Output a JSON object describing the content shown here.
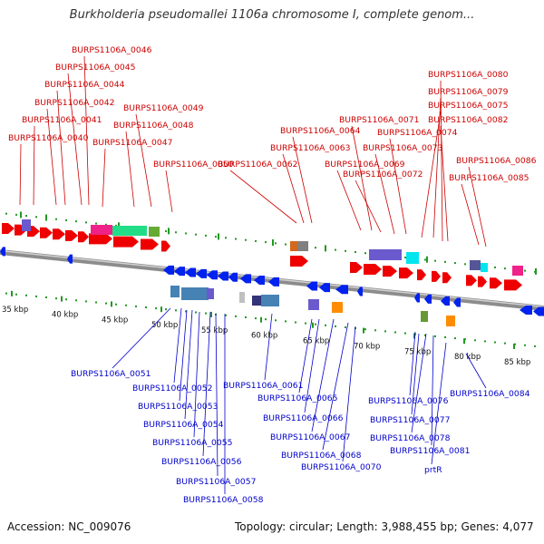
{
  "header": {
    "title": "Burkholderia pseudomallei 1106a chromosome I, complete genom..."
  },
  "footer": {
    "accession": "Accession: NC_009076",
    "summary": "Topology: circular; Length: 3,988,455 bp; Genes: 4,077"
  },
  "colors": {
    "forward_label": "#cc0000",
    "reverse_label": "#0000cc",
    "forward_arrow": "#ee0000",
    "reverse_arrow": "#0022ee",
    "tick": "#229922",
    "backbone": "#999999"
  },
  "scale": {
    "unit": "kbp",
    "ticks": [
      "35 kbp",
      "40 kbp",
      "45 kbp",
      "50 kbp",
      "55 kbp",
      "60 kbp",
      "65 kbp",
      "70 kbp",
      "75 kbp",
      "80 kbp",
      "85 kbp"
    ]
  },
  "forward_genes": [
    "BURPS1106A_0040",
    "BURPS1106A_0041",
    "BURPS1106A_0042",
    "BURPS1106A_0044",
    "BURPS1106A_0045",
    "BURPS1106A_0046",
    "BURPS1106A_0047",
    "BURPS1106A_0048",
    "BURPS1106A_0049",
    "BURPS1106A_0050",
    "BURPS1106A_0062",
    "BURPS1106A_0063",
    "BURPS1106A_0064",
    "BURPS1106A_0069",
    "BURPS1106A_0071",
    "BURPS1106A_0072",
    "BURPS1106A_0073",
    "BURPS1106A_0074",
    "BURPS1106A_0075",
    "BURPS1106A_0079",
    "BURPS1106A_0080",
    "BURPS1106A_0082",
    "BURPS1106A_0085",
    "BURPS1106A_0086"
  ],
  "reverse_genes": [
    "BURPS1106A_0051",
    "BURPS1106A_0052",
    "BURPS1106A_0053",
    "BURPS1106A_0054",
    "BURPS1106A_0055",
    "BURPS1106A_0056",
    "BURPS1106A_0057",
    "BURPS1106A_0058",
    "BURPS1106A_0061",
    "BURPS1106A_0065",
    "BURPS1106A_0066",
    "BURPS1106A_0067",
    "BURPS1106A_0068",
    "BURPS1106A_0070",
    "BURPS1106A_0076",
    "BURPS1106A_0077",
    "BURPS1106A_0078",
    "BURPS1106A_0081",
    "prtR",
    "BURPS1106A_0084"
  ]
}
